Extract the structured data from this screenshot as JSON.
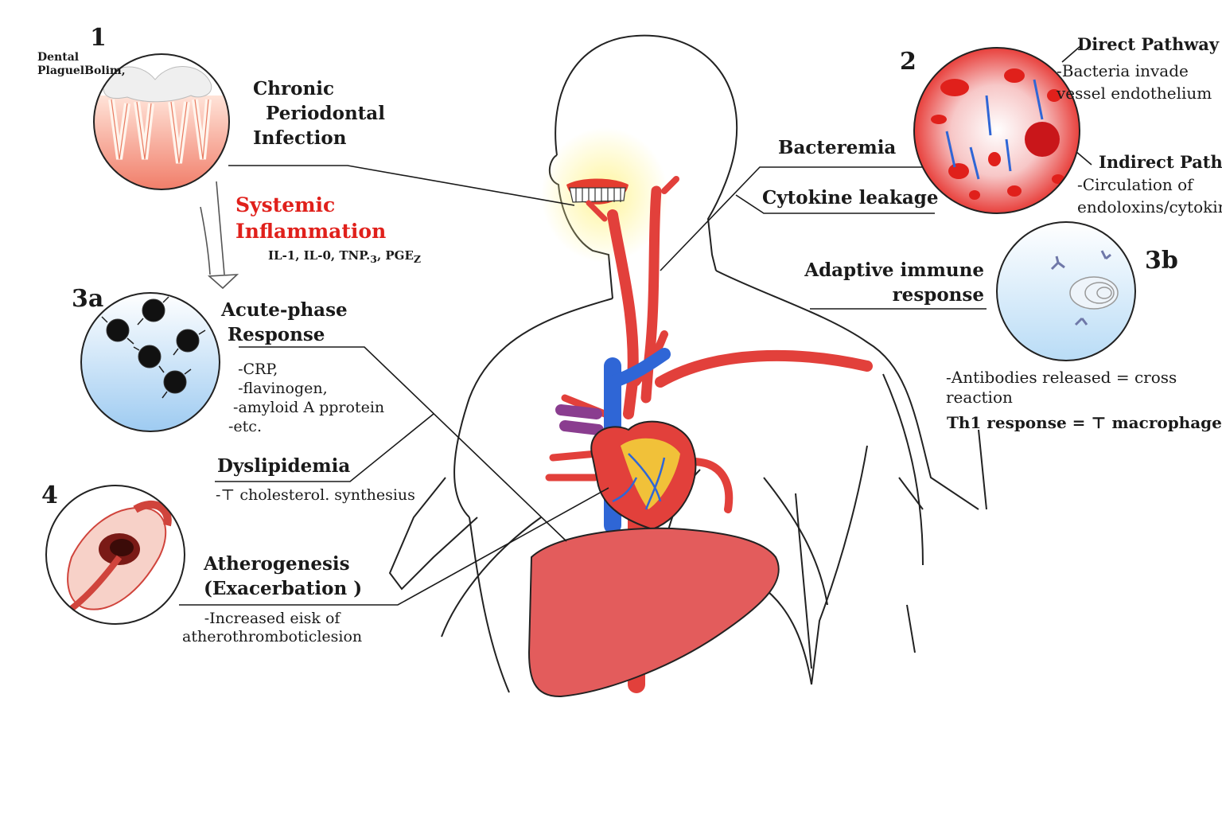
{
  "colors": {
    "artery": "#e2403b",
    "vein": "#2f66d6",
    "liver": "#e35c5c",
    "accent_red": "#e0201b",
    "blue_fill": "#a9d2f3",
    "pulmonary": "#8a3d8f"
  },
  "panel1": {
    "number": "1",
    "caption": "Dental\nPlaguelBolim,",
    "title": "Chronic\n  Periodontal\nInfection"
  },
  "systemic": {
    "title": "Systemic\nInflammation",
    "cytokines": "IL-1, IL-0, TNP.",
    "cytokine_sub1": "3",
    "cytokine_sep": ", PGE",
    "cytokine_sub2": "Z"
  },
  "panel2": {
    "number": "2",
    "direct_title": "Direct Pathway",
    "direct_text": "-Bacteria invade\nvessel endothelium",
    "indirect_title": "Indirect Pathway",
    "indirect_text": "-Circulation of\nendoloxins/cytokines"
  },
  "bacteremia": "Bacteremia",
  "cytokine_leakage": "Cytokine leakage",
  "panel3a": {
    "number": "3a",
    "title": "Acute-phase\n Response",
    "items": "  -CRP,\n  -flavinogen,\n -amyloid A pprotein\n-etc."
  },
  "dyslipidemia": {
    "title": "Dyslipidemia",
    "text": "-⊤ cholesterol. synthesius"
  },
  "panel3b": {
    "number": "3b",
    "title": "Adaptive immune\nresponse",
    "text1": "-Antibodies released = cross\nreaction",
    "text2": "Th1 response  = ⊤ macrophage"
  },
  "panel4": {
    "number": "4",
    "title": "Atherogenesis\n(Exacerbation )",
    "text": "-Increased eisk of\natherothromboticlesion"
  }
}
